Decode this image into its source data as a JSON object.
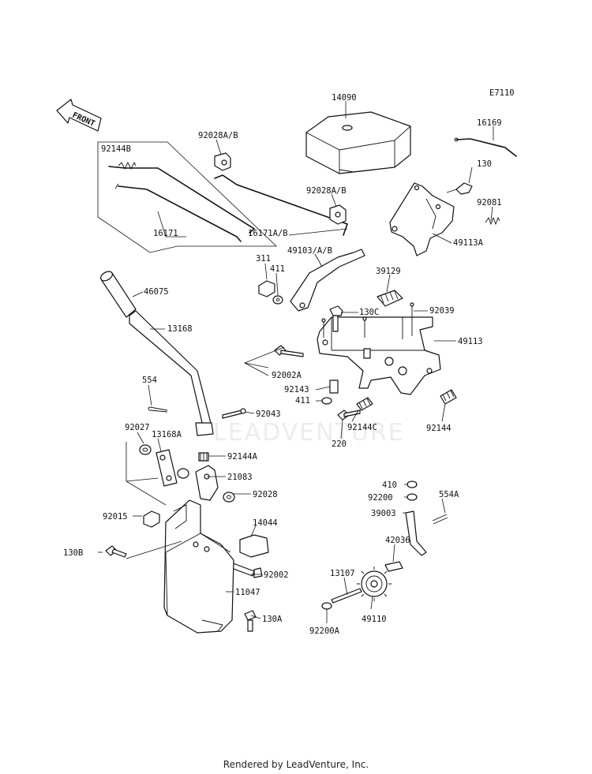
{
  "diagram": {
    "code": "E7110",
    "front_label": "FRONT",
    "watermark": "LEADVENTURE",
    "footer": "Rendered by LeadVenture, Inc.",
    "labels": {
      "p14090": "14090",
      "p16169": "16169",
      "p92028ab_top": "92028A/B",
      "p92144B": "92144B",
      "p130": "130",
      "p92081": "92081",
      "p92028ab_mid": "92028A/B",
      "p16171": "16171",
      "p16171ab": "16171A/B",
      "p49113A": "49113A",
      "p311": "311",
      "p49103ab": "49103/A/B",
      "p411_top": "411",
      "p39129": "39129",
      "p46075": "46075",
      "p92039": "92039",
      "p130C": "130C",
      "p13168": "13168",
      "p49113": "49113",
      "p92002A": "92002A",
      "p554": "554",
      "p92143": "92143",
      "p411_mid": "411",
      "p92043": "92043",
      "p92144C": "92144C",
      "p92144": "92144",
      "p92027": "92027",
      "p13168A": "13168A",
      "p220": "220",
      "p92144A": "92144A",
      "p21083": "21083",
      "p410": "410",
      "p92028": "92028",
      "p92200": "92200",
      "p554A": "554A",
      "p92015": "92015",
      "p39003": "39003",
      "p14044": "14044",
      "p42036": "42036",
      "p130B": "130B",
      "p92002": "92002",
      "p13107": "13107",
      "p11047": "11047",
      "p130A": "130A",
      "p49110": "49110",
      "p92200A": "92200A"
    }
  }
}
